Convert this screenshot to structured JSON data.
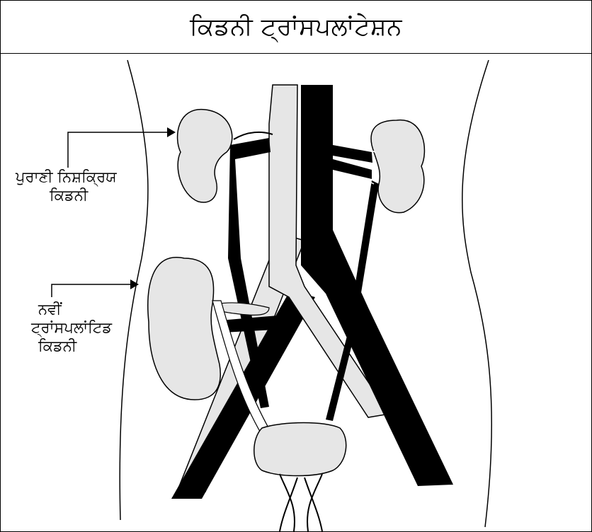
{
  "title": "ਕਿਡਨੀ ਟ੍ਰਾਂਸਪਲਾਂਟੇਸ਼ਨ",
  "labels": {
    "old_kidney": {
      "line1": "ਪੁਰਾਣੀ ਨਿਸ਼ਕ੍ਰਿਯ",
      "line2": "ਕਿਡਨੀ"
    },
    "new_kidney": {
      "line1": "ਨਵੀਂ",
      "line2": "ਟ੍ਰਾਂਸਪਲਾਂਟਿਡ",
      "line3": "ਕਿਡਨੀ"
    }
  },
  "colors": {
    "organ_fill": "#e6e6e6",
    "vessel_dark": "#000000",
    "outline": "#000000",
    "background": "#ffffff"
  }
}
